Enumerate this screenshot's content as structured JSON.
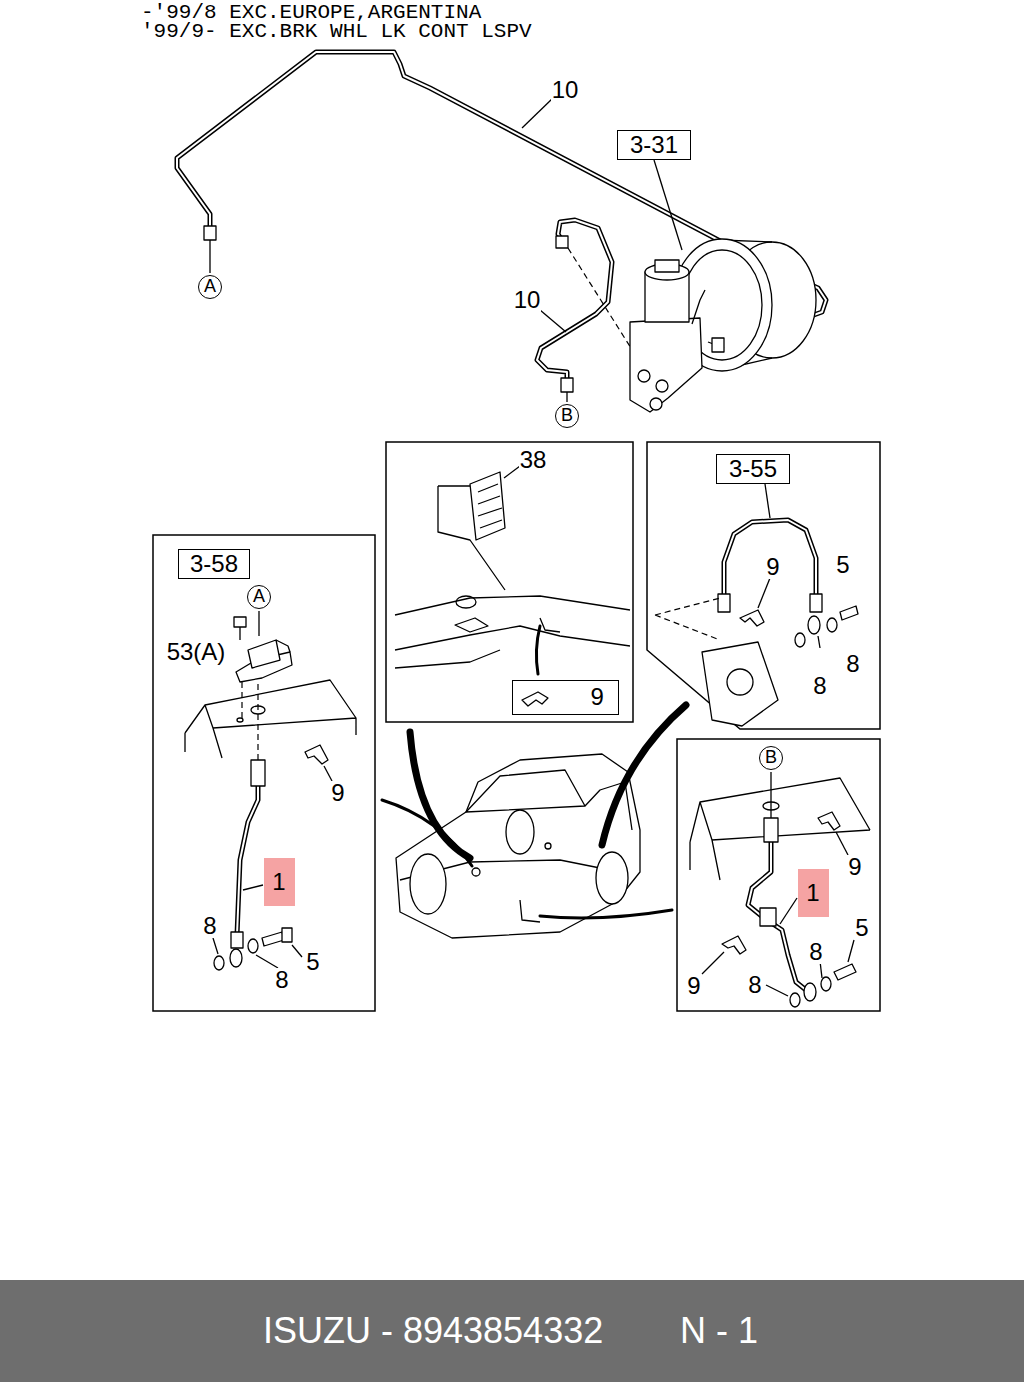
{
  "diagram": {
    "nodes": [
      {
        "text": [
          "3-31"
        ]
      },
      {
        "text": [
          "A"
        ]
      },
      {
        "text": [
          "B"
        ]
      },
      {
        "text": [
          "3-55"
        ]
      },
      {
        "text": [
          "3-58"
        ]
      },
      {
        "text": [
          "A"
        ]
      },
      {
        "text": [
          "9"
        ]
      },
      {
        "text": [
          "B"
        ]
      },
      {
        "text": [
          "1"
        ]
      },
      {
        "text": [
          "1"
        ]
      },
      {
        "text": [
          "ISUZU - 8943854332",
          "N - 1"
        ]
      }
    ],
    "labels": [
      "-'99/8 EXC.EUROPE,ARGENTINA",
      "'99/9- EXC.BRK WHL LK CONT LSPV",
      "10",
      "10",
      "38",
      "9",
      "5",
      "8",
      "8",
      "53(A)",
      "9",
      "8",
      "5",
      "8",
      "9",
      "5",
      "8",
      "9",
      "8"
    ]
  }
}
